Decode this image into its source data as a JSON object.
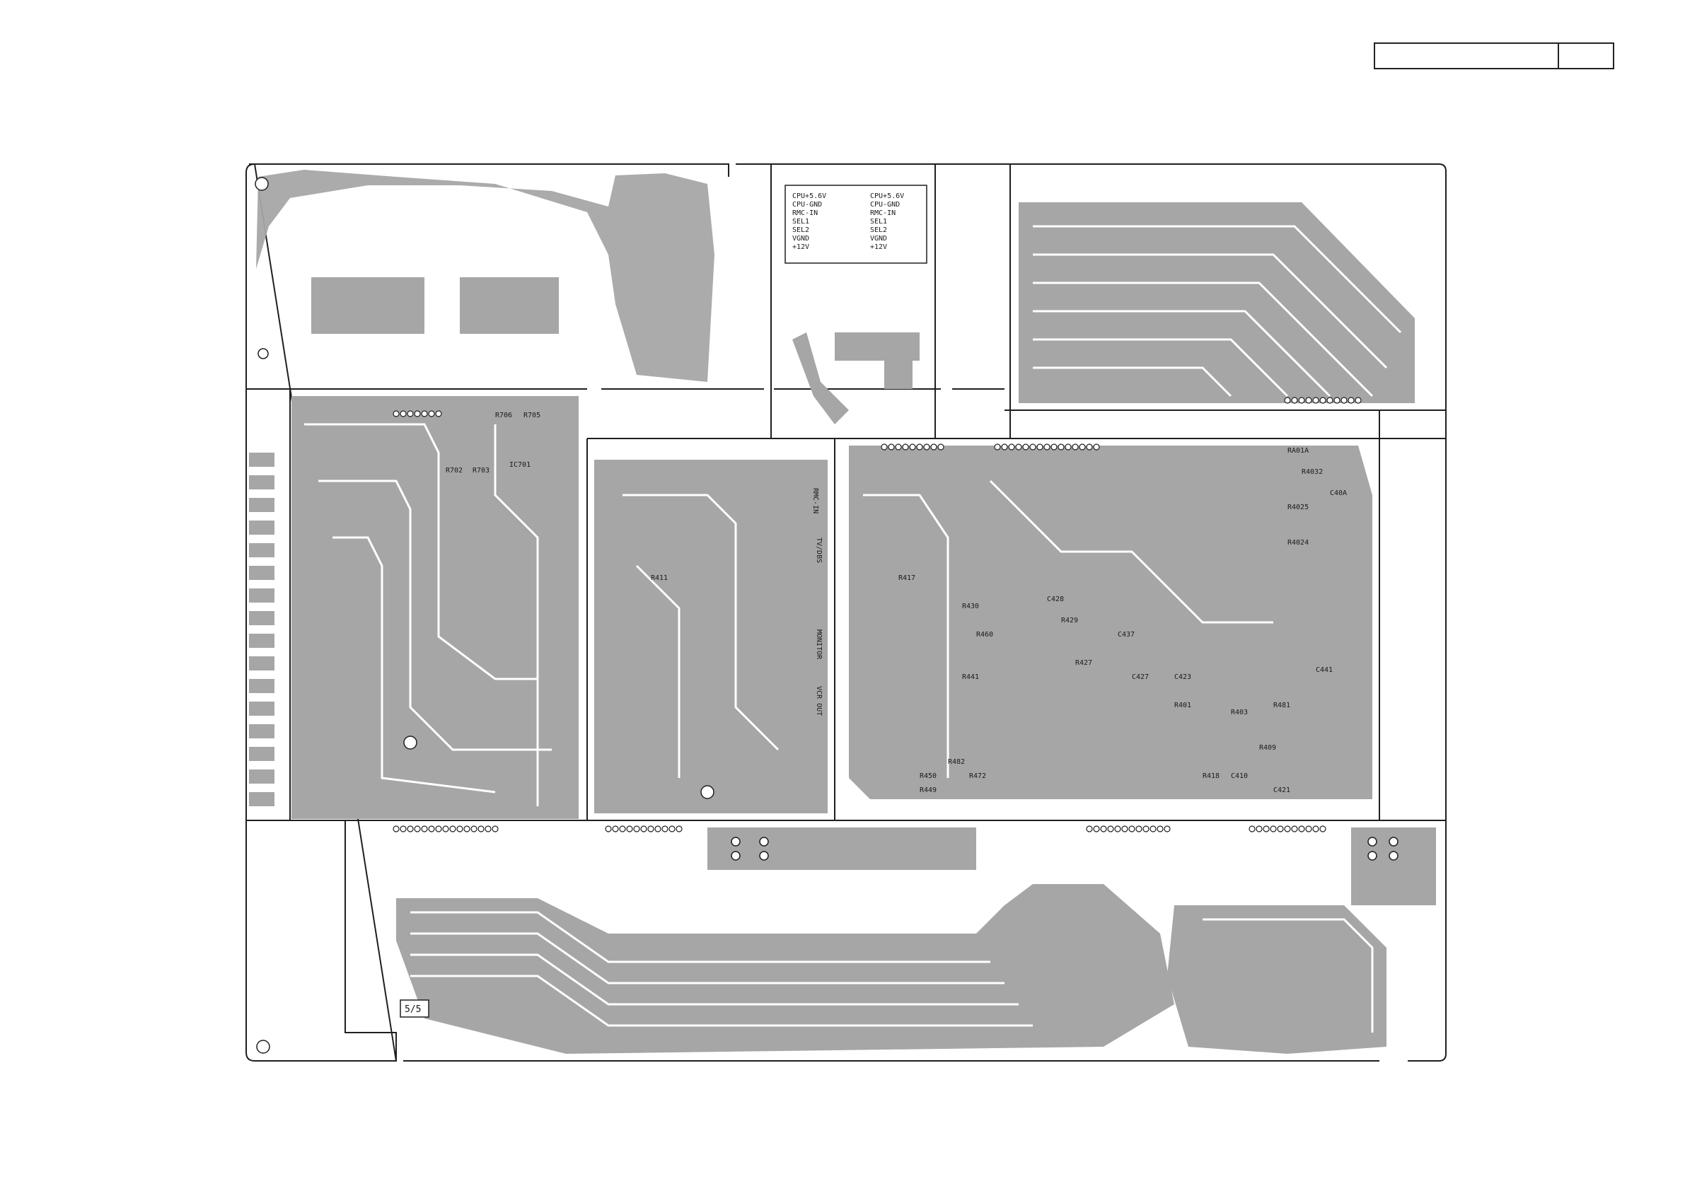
{
  "colors": {
    "copper": "#a6a6a6",
    "outline": "#1f1f1f",
    "board": "#ffffff",
    "silk": "#1a1a1a"
  },
  "board": {
    "corner_label": "5/5",
    "labels": {
      "rmc_in": "RMC-IN",
      "monitor": "MONITOR",
      "vcr_out": "VCR OUT",
      "tv_dbs": "TV/DBS",
      "r706": "R706",
      "r705": "R705",
      "r702": "R702",
      "r703": "R703",
      "ic701": "IC701",
      "r411": "R411",
      "r417": "R417",
      "r429": "R429",
      "r427": "R427",
      "r430": "R430",
      "c428": "C428",
      "c437": "C437",
      "r450": "R450",
      "r449": "R449",
      "r472": "R472",
      "r482": "R482",
      "r460": "R460",
      "r441": "R441",
      "c423": "C423",
      "c427": "C427",
      "r401": "R401",
      "c441": "C441",
      "r403": "R403",
      "r418": "R418",
      "c410": "C410",
      "c421": "C421",
      "r481": "R481",
      "r409": "R409",
      "c40a": "C40A",
      "ra01a": "RA01A",
      "r4032": "R4032",
      "r4025": "R4025",
      "r4024": "R4024"
    },
    "connector_labels": [
      "CPU+5.6V",
      "CPU-GND",
      "RMC-IN",
      "SEL1",
      "SEL2",
      "VGND",
      "+12V",
      "CPU+5.6V",
      "CPU-GND",
      "RMC-IN",
      "SEL1",
      "SEL2",
      "VGND",
      "+12V"
    ]
  }
}
